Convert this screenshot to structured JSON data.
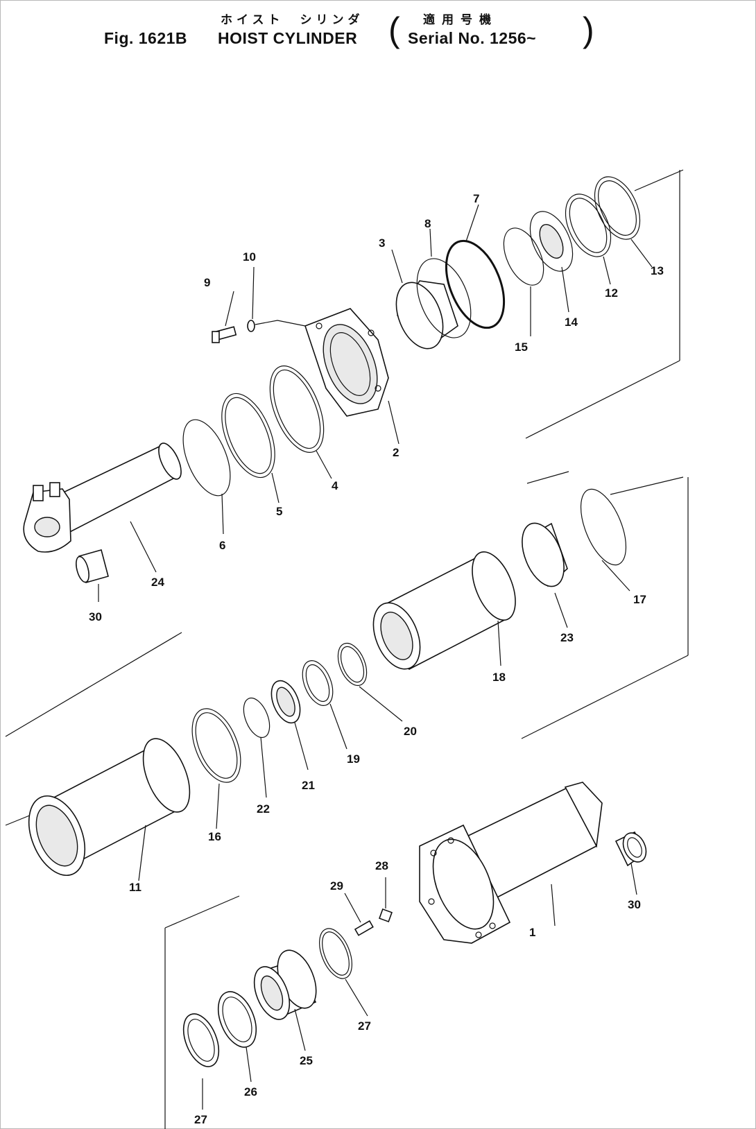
{
  "title": {
    "japanese_name": "ホイスト　シリンダ",
    "japanese_applicable": "適用号機",
    "figure": "Fig. 1621B",
    "name": "HOIST CYLINDER",
    "serial": "Serial No. 1256~"
  },
  "parts": [
    {
      "id": "1",
      "label": "1"
    },
    {
      "id": "2",
      "label": "2"
    },
    {
      "id": "3",
      "label": "3"
    },
    {
      "id": "4",
      "label": "4"
    },
    {
      "id": "5",
      "label": "5"
    },
    {
      "id": "6",
      "label": "6"
    },
    {
      "id": "7",
      "label": "7"
    },
    {
      "id": "8",
      "label": "8"
    },
    {
      "id": "9",
      "label": "9"
    },
    {
      "id": "10",
      "label": "10"
    },
    {
      "id": "11",
      "label": "11"
    },
    {
      "id": "12",
      "label": "12"
    },
    {
      "id": "13",
      "label": "13"
    },
    {
      "id": "14",
      "label": "14"
    },
    {
      "id": "15",
      "label": "15"
    },
    {
      "id": "16",
      "label": "16"
    },
    {
      "id": "17",
      "label": "17"
    },
    {
      "id": "18",
      "label": "18"
    },
    {
      "id": "19",
      "label": "19"
    },
    {
      "id": "20",
      "label": "20"
    },
    {
      "id": "21",
      "label": "21"
    },
    {
      "id": "22",
      "label": "22"
    },
    {
      "id": "23",
      "label": "23"
    },
    {
      "id": "24",
      "label": "24"
    },
    {
      "id": "25",
      "label": "25"
    },
    {
      "id": "26",
      "label": "26"
    },
    {
      "id": "27",
      "label": "27"
    },
    {
      "id": "28",
      "label": "28"
    },
    {
      "id": "29",
      "label": "29"
    },
    {
      "id": "30",
      "label": "30"
    }
  ]
}
